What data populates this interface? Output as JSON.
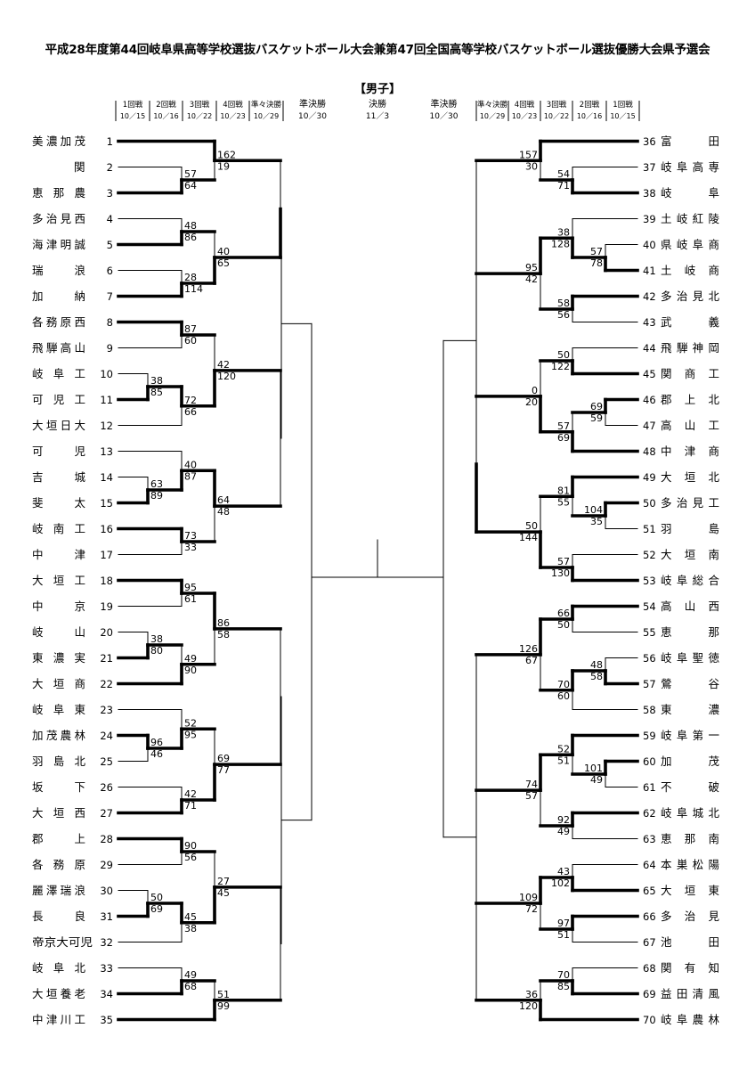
{
  "title": "平成28年度第44回岐阜県高等学校選抜バスケットボール大会兼第47回全国高等学校バスケットボール選抜優勝大会県予選会",
  "subtitle": "【男子】",
  "round_headers_left": [
    {
      "name": "1回戦",
      "date": "10／15"
    },
    {
      "name": "2回戦",
      "date": "10／16"
    },
    {
      "name": "3回戦",
      "date": "10／22"
    },
    {
      "name": "4回戦",
      "date": "10／23"
    },
    {
      "name": "準々決勝",
      "date": "10／29"
    },
    {
      "name": "準決勝",
      "date": "10／30"
    }
  ],
  "round_header_final": {
    "name": "決勝",
    "date": "11／3"
  },
  "round_headers_right": [
    {
      "name": "準決勝",
      "date": "10／30"
    },
    {
      "name": "準々決勝",
      "date": "10／29"
    },
    {
      "name": "4回戦",
      "date": "10／23"
    },
    {
      "name": "3回戦",
      "date": "10／22"
    },
    {
      "name": "2回戦",
      "date": "10／16"
    },
    {
      "name": "1回戦",
      "date": "10／15"
    }
  ],
  "left_teams": [
    {
      "num": "1",
      "name": "美濃加茂"
    },
    {
      "num": "2",
      "name": "関"
    },
    {
      "num": "3",
      "name": "恵那農"
    },
    {
      "num": "4",
      "name": "多治見西"
    },
    {
      "num": "5",
      "name": "海津明誠"
    },
    {
      "num": "6",
      "name": "瑞浪"
    },
    {
      "num": "7",
      "name": "加納"
    },
    {
      "num": "8",
      "name": "各務原西"
    },
    {
      "num": "9",
      "name": "飛騨高山"
    },
    {
      "num": "10",
      "name": "岐阜工"
    },
    {
      "num": "11",
      "name": "可児工"
    },
    {
      "num": "12",
      "name": "大垣日大"
    },
    {
      "num": "13",
      "name": "可児"
    },
    {
      "num": "14",
      "name": "吉城"
    },
    {
      "num": "15",
      "name": "斐太"
    },
    {
      "num": "16",
      "name": "岐南工"
    },
    {
      "num": "17",
      "name": "中津"
    },
    {
      "num": "18",
      "name": "大垣工"
    },
    {
      "num": "19",
      "name": "中京"
    },
    {
      "num": "20",
      "name": "岐山"
    },
    {
      "num": "21",
      "name": "東濃実"
    },
    {
      "num": "22",
      "name": "大垣商"
    },
    {
      "num": "23",
      "name": "岐阜東"
    },
    {
      "num": "24",
      "name": "加茂農林"
    },
    {
      "num": "25",
      "name": "羽島北"
    },
    {
      "num": "26",
      "name": "坂下"
    },
    {
      "num": "27",
      "name": "大垣西"
    },
    {
      "num": "28",
      "name": "郡上"
    },
    {
      "num": "29",
      "name": "各務原"
    },
    {
      "num": "30",
      "name": "麗澤瑞浪"
    },
    {
      "num": "31",
      "name": "長良"
    },
    {
      "num": "32",
      "name": "帝京大可児"
    },
    {
      "num": "33",
      "name": "岐阜北"
    },
    {
      "num": "34",
      "name": "大垣養老"
    },
    {
      "num": "35",
      "name": "中津川工"
    }
  ],
  "right_teams": [
    {
      "num": "36",
      "name": "富田"
    },
    {
      "num": "37",
      "name": "岐阜高専"
    },
    {
      "num": "38",
      "name": "岐阜"
    },
    {
      "num": "39",
      "name": "土岐紅陵"
    },
    {
      "num": "40",
      "name": "県岐阜商"
    },
    {
      "num": "41",
      "name": "土岐商"
    },
    {
      "num": "42",
      "name": "多治見北"
    },
    {
      "num": "43",
      "name": "武義"
    },
    {
      "num": "44",
      "name": "飛騨神岡"
    },
    {
      "num": "45",
      "name": "関商工"
    },
    {
      "num": "46",
      "name": "郡上北"
    },
    {
      "num": "47",
      "name": "高山工"
    },
    {
      "num": "48",
      "name": "中津商"
    },
    {
      "num": "49",
      "name": "大垣北"
    },
    {
      "num": "50",
      "name": "多治見工"
    },
    {
      "num": "51",
      "name": "羽島"
    },
    {
      "num": "52",
      "name": "大垣南"
    },
    {
      "num": "53",
      "name": "岐阜総合"
    },
    {
      "num": "54",
      "name": "高山西"
    },
    {
      "num": "55",
      "name": "恵那"
    },
    {
      "num": "56",
      "name": "岐阜聖徳"
    },
    {
      "num": "57",
      "name": "鶯谷"
    },
    {
      "num": "58",
      "name": "東濃"
    },
    {
      "num": "59",
      "name": "岐阜第一"
    },
    {
      "num": "60",
      "name": "加茂"
    },
    {
      "num": "61",
      "name": "不破"
    },
    {
      "num": "62",
      "name": "岐阜城北"
    },
    {
      "num": "63",
      "name": "恵那南"
    },
    {
      "num": "64",
      "name": "本巣松陽"
    },
    {
      "num": "65",
      "name": "大垣東"
    },
    {
      "num": "66",
      "name": "多治見"
    },
    {
      "num": "67",
      "name": "池田"
    },
    {
      "num": "68",
      "name": "関有知"
    },
    {
      "num": "69",
      "name": "益田清風"
    },
    {
      "num": "70",
      "name": "岐阜農林"
    }
  ],
  "left_matches": [
    {
      "round": 2,
      "top": [
        "2"
      ],
      "bottom": [
        "3"
      ],
      "score_top": "57",
      "score_bottom": "64",
      "winner": "bottom"
    },
    {
      "round": 3,
      "top": [
        "1"
      ],
      "bottom": [
        "2",
        "3"
      ],
      "score_top": "162",
      "score_bottom": "19",
      "winner": "top"
    },
    {
      "round": 2,
      "top": [
        "4"
      ],
      "bottom": [
        "5"
      ],
      "score_top": "48",
      "score_bottom": "86",
      "winner": "bottom"
    },
    {
      "round": 2,
      "top": [
        "6"
      ],
      "bottom": [
        "7"
      ],
      "score_top": "28",
      "score_bottom": "114",
      "winner": "bottom"
    },
    {
      "round": 3,
      "top": [
        "4",
        "5"
      ],
      "bottom": [
        "6",
        "7"
      ],
      "score_top": "40",
      "score_bottom": "65",
      "winner": "bottom"
    },
    {
      "round": 2,
      "top": [
        "8"
      ],
      "bottom": [
        "9"
      ],
      "score_top": "87",
      "score_bottom": "60",
      "winner": "top"
    },
    {
      "round": 1,
      "top": [
        "10"
      ],
      "bottom": [
        "11"
      ],
      "score_top": "38",
      "score_bottom": "85",
      "winner": "bottom"
    },
    {
      "round": 2,
      "top": [
        "10",
        "11"
      ],
      "bottom": [
        "12"
      ],
      "score_top": "72",
      "score_bottom": "66",
      "winner": "top"
    },
    {
      "round": 3,
      "top": [
        "8",
        "9"
      ],
      "bottom": [
        "10",
        "11",
        "12"
      ],
      "score_top": "42",
      "score_bottom": "120",
      "winner": "bottom"
    },
    {
      "round": 1,
      "top": [
        "14"
      ],
      "bottom": [
        "15"
      ],
      "score_top": "63",
      "score_bottom": "89",
      "winner": "bottom"
    },
    {
      "round": 2,
      "top": [
        "13"
      ],
      "bottom": [
        "14",
        "15"
      ],
      "score_top": "40",
      "score_bottom": "87",
      "winner": "bottom"
    },
    {
      "round": 2,
      "top": [
        "16"
      ],
      "bottom": [
        "17"
      ],
      "score_top": "73",
      "score_bottom": "33",
      "winner": "top"
    },
    {
      "round": 3,
      "top": [
        "13",
        "14",
        "15"
      ],
      "bottom": [
        "16",
        "17"
      ],
      "score_top": "64",
      "score_bottom": "48",
      "winner": "top"
    },
    {
      "round": 2,
      "top": [
        "18"
      ],
      "bottom": [
        "19"
      ],
      "score_top": "95",
      "score_bottom": "61",
      "winner": "top"
    },
    {
      "round": 1,
      "top": [
        "20"
      ],
      "bottom": [
        "21"
      ],
      "score_top": "38",
      "score_bottom": "80",
      "winner": "bottom"
    },
    {
      "round": 2,
      "top": [
        "20",
        "21"
      ],
      "bottom": [
        "22"
      ],
      "score_top": "49",
      "score_bottom": "90",
      "winner": "bottom"
    },
    {
      "round": 3,
      "top": [
        "18",
        "19"
      ],
      "bottom": [
        "20",
        "21",
        "22"
      ],
      "score_top": "86",
      "score_bottom": "58",
      "winner": "top"
    },
    {
      "round": 1,
      "top": [
        "24"
      ],
      "bottom": [
        "25"
      ],
      "score_top": "96",
      "score_bottom": "46",
      "winner": "top"
    },
    {
      "round": 2,
      "top": [
        "23"
      ],
      "bottom": [
        "24",
        "25"
      ],
      "score_top": "52",
      "score_bottom": "95",
      "winner": "bottom"
    },
    {
      "round": 2,
      "top": [
        "26"
      ],
      "bottom": [
        "27"
      ],
      "score_top": "42",
      "score_bottom": "71",
      "winner": "bottom"
    },
    {
      "round": 3,
      "top": [
        "23",
        "24",
        "25"
      ],
      "bottom": [
        "26",
        "27"
      ],
      "score_top": "69",
      "score_bottom": "77",
      "winner": "bottom"
    },
    {
      "round": 2,
      "top": [
        "28"
      ],
      "bottom": [
        "29"
      ],
      "score_top": "90",
      "score_bottom": "56",
      "winner": "top"
    },
    {
      "round": 1,
      "top": [
        "30"
      ],
      "bottom": [
        "31"
      ],
      "score_top": "50",
      "score_bottom": "69",
      "winner": "bottom"
    },
    {
      "round": 2,
      "top": [
        "30",
        "31"
      ],
      "bottom": [
        "32"
      ],
      "score_top": "45",
      "score_bottom": "38",
      "winner": "top"
    },
    {
      "round": 3,
      "top": [
        "28",
        "29"
      ],
      "bottom": [
        "30",
        "31",
        "32"
      ],
      "score_top": "27",
      "score_bottom": "45",
      "winner": "bottom"
    },
    {
      "round": 2,
      "top": [
        "33"
      ],
      "bottom": [
        "34"
      ],
      "score_top": "49",
      "score_bottom": "68",
      "winner": "bottom"
    },
    {
      "round": 3,
      "top": [
        "33",
        "34"
      ],
      "bottom": [
        "35"
      ],
      "score_top": "51",
      "score_bottom": "99",
      "winner": "bottom"
    }
  ],
  "right_matches": [
    {
      "round": 2,
      "top": [
        "37"
      ],
      "bottom": [
        "38"
      ],
      "score_top": "54",
      "score_bottom": "71",
      "winner": "bottom"
    },
    {
      "round": 3,
      "top": [
        "36"
      ],
      "bottom": [
        "37",
        "38"
      ],
      "score_top": "157",
      "score_bottom": "30",
      "winner": "top"
    },
    {
      "round": 1,
      "top": [
        "40"
      ],
      "bottom": [
        "41"
      ],
      "score_top": "57",
      "score_bottom": "78",
      "winner": "bottom"
    },
    {
      "round": 2,
      "top": [
        "39"
      ],
      "bottom": [
        "40",
        "41"
      ],
      "score_top": "38",
      "score_bottom": "128",
      "winner": "bottom"
    },
    {
      "round": 2,
      "top": [
        "42"
      ],
      "bottom": [
        "43"
      ],
      "score_top": "58",
      "score_bottom": "56",
      "winner": "top"
    },
    {
      "round": 3,
      "top": [
        "39",
        "40",
        "41"
      ],
      "bottom": [
        "42",
        "43"
      ],
      "score_top": "95",
      "score_bottom": "42",
      "winner": "top"
    },
    {
      "round": 2,
      "top": [
        "44"
      ],
      "bottom": [
        "45"
      ],
      "score_top": "50",
      "score_bottom": "122",
      "winner": "bottom"
    },
    {
      "round": 1,
      "top": [
        "46"
      ],
      "bottom": [
        "47"
      ],
      "score_top": "69",
      "score_bottom": "59",
      "winner": "top"
    },
    {
      "round": 2,
      "top": [
        "46",
        "47"
      ],
      "bottom": [
        "48"
      ],
      "score_top": "57",
      "score_bottom": "69",
      "winner": "bottom"
    },
    {
      "round": 3,
      "top": [
        "44",
        "45"
      ],
      "bottom": [
        "46",
        "47",
        "48"
      ],
      "score_top": "0",
      "score_bottom": "20",
      "winner": "bottom"
    },
    {
      "round": 1,
      "top": [
        "50"
      ],
      "bottom": [
        "51"
      ],
      "score_top": "104",
      "score_bottom": "35",
      "winner": "top"
    },
    {
      "round": 2,
      "top": [
        "49"
      ],
      "bottom": [
        "50",
        "51"
      ],
      "score_top": "81",
      "score_bottom": "55",
      "winner": "top"
    },
    {
      "round": 2,
      "top": [
        "52"
      ],
      "bottom": [
        "53"
      ],
      "score_top": "57",
      "score_bottom": "130",
      "winner": "bottom"
    },
    {
      "round": 3,
      "top": [
        "49",
        "50",
        "51"
      ],
      "bottom": [
        "52",
        "53"
      ],
      "score_top": "50",
      "score_bottom": "144",
      "winner": "bottom"
    },
    {
      "round": 2,
      "top": [
        "54"
      ],
      "bottom": [
        "55"
      ],
      "score_top": "66",
      "score_bottom": "50",
      "winner": "top"
    },
    {
      "round": 1,
      "top": [
        "56"
      ],
      "bottom": [
        "57"
      ],
      "score_top": "48",
      "score_bottom": "58",
      "winner": "bottom"
    },
    {
      "round": 2,
      "top": [
        "56",
        "57"
      ],
      "bottom": [
        "58"
      ],
      "score_top": "70",
      "score_bottom": "60",
      "winner": "top"
    },
    {
      "round": 3,
      "top": [
        "54",
        "55"
      ],
      "bottom": [
        "56",
        "57",
        "58"
      ],
      "score_top": "126",
      "score_bottom": "67",
      "winner": "top"
    },
    {
      "round": 1,
      "top": [
        "60"
      ],
      "bottom": [
        "61"
      ],
      "score_top": "101",
      "score_bottom": "49",
      "winner": "top"
    },
    {
      "round": 2,
      "top": [
        "59"
      ],
      "bottom": [
        "60",
        "61"
      ],
      "score_top": "52",
      "score_bottom": "51",
      "winner": "top"
    },
    {
      "round": 2,
      "top": [
        "62"
      ],
      "bottom": [
        "63"
      ],
      "score_top": "92",
      "score_bottom": "49",
      "winner": "top"
    },
    {
      "round": 3,
      "top": [
        "59",
        "60",
        "61"
      ],
      "bottom": [
        "62",
        "63"
      ],
      "score_top": "74",
      "score_bottom": "57",
      "winner": "top"
    },
    {
      "round": 2,
      "top": [
        "64"
      ],
      "bottom": [
        "65"
      ],
      "score_top": "43",
      "score_bottom": "102",
      "winner": "bottom"
    },
    {
      "round": 2,
      "top": [
        "66"
      ],
      "bottom": [
        "67"
      ],
      "score_top": "97",
      "score_bottom": "51",
      "winner": "top"
    },
    {
      "round": 3,
      "top": [
        "64",
        "65"
      ],
      "bottom": [
        "66",
        "67"
      ],
      "score_top": "109",
      "score_bottom": "72",
      "winner": "top"
    },
    {
      "round": 2,
      "top": [
        "68"
      ],
      "bottom": [
        "69"
      ],
      "score_top": "70",
      "score_bottom": "85",
      "winner": "bottom"
    },
    {
      "round": 3,
      "top": [
        "68",
        "69"
      ],
      "bottom": [
        "70"
      ],
      "score_top": "36",
      "score_bottom": "120",
      "winner": "bottom"
    }
  ],
  "left_upper": [
    {
      "top": [
        "1",
        "2",
        "3"
      ],
      "bottom": [
        "4",
        "5",
        "6",
        "7"
      ],
      "score_top": "",
      "score_bottom": "",
      "winner": "bottom"
    },
    {
      "top": [
        "8",
        "9",
        "10",
        "11",
        "12"
      ],
      "bottom": [
        "13",
        "14",
        "15",
        "16",
        "17"
      ],
      "score_top": "",
      "score_bottom": "",
      "winner": "none"
    },
    {
      "top": [
        "18",
        "19",
        "20",
        "21",
        "22"
      ],
      "bottom": [
        "23",
        "24",
        "25",
        "26",
        "27"
      ],
      "score_top": "",
      "score_bottom": "",
      "winner": "none"
    },
    {
      "top": [
        "28",
        "29",
        "30",
        "31",
        "32"
      ],
      "bottom": [
        "33",
        "34",
        "35"
      ],
      "score_top": "",
      "score_bottom": "",
      "winner": "none"
    }
  ],
  "right_upper": [
    {
      "top": [
        "36",
        "37",
        "38"
      ],
      "bottom": [
        "39",
        "40",
        "41",
        "42",
        "43"
      ],
      "score_top": "",
      "score_bottom": "",
      "winner": "none"
    },
    {
      "top": [
        "44",
        "45",
        "46",
        "47",
        "48"
      ],
      "bottom": [
        "49",
        "50",
        "51",
        "52",
        "53"
      ],
      "score_top": "",
      "score_bottom": "",
      "winner": "bottom"
    },
    {
      "top": [
        "54",
        "55",
        "56",
        "57",
        "58"
      ],
      "bottom": [
        "59",
        "60",
        "61",
        "62",
        "63"
      ],
      "score_top": "",
      "score_bottom": "",
      "winner": "none"
    },
    {
      "top": [
        "64",
        "65",
        "66",
        "67"
      ],
      "bottom": [
        "68",
        "69",
        "70"
      ],
      "score_top": "",
      "score_bottom": "",
      "winner": "none"
    }
  ]
}
